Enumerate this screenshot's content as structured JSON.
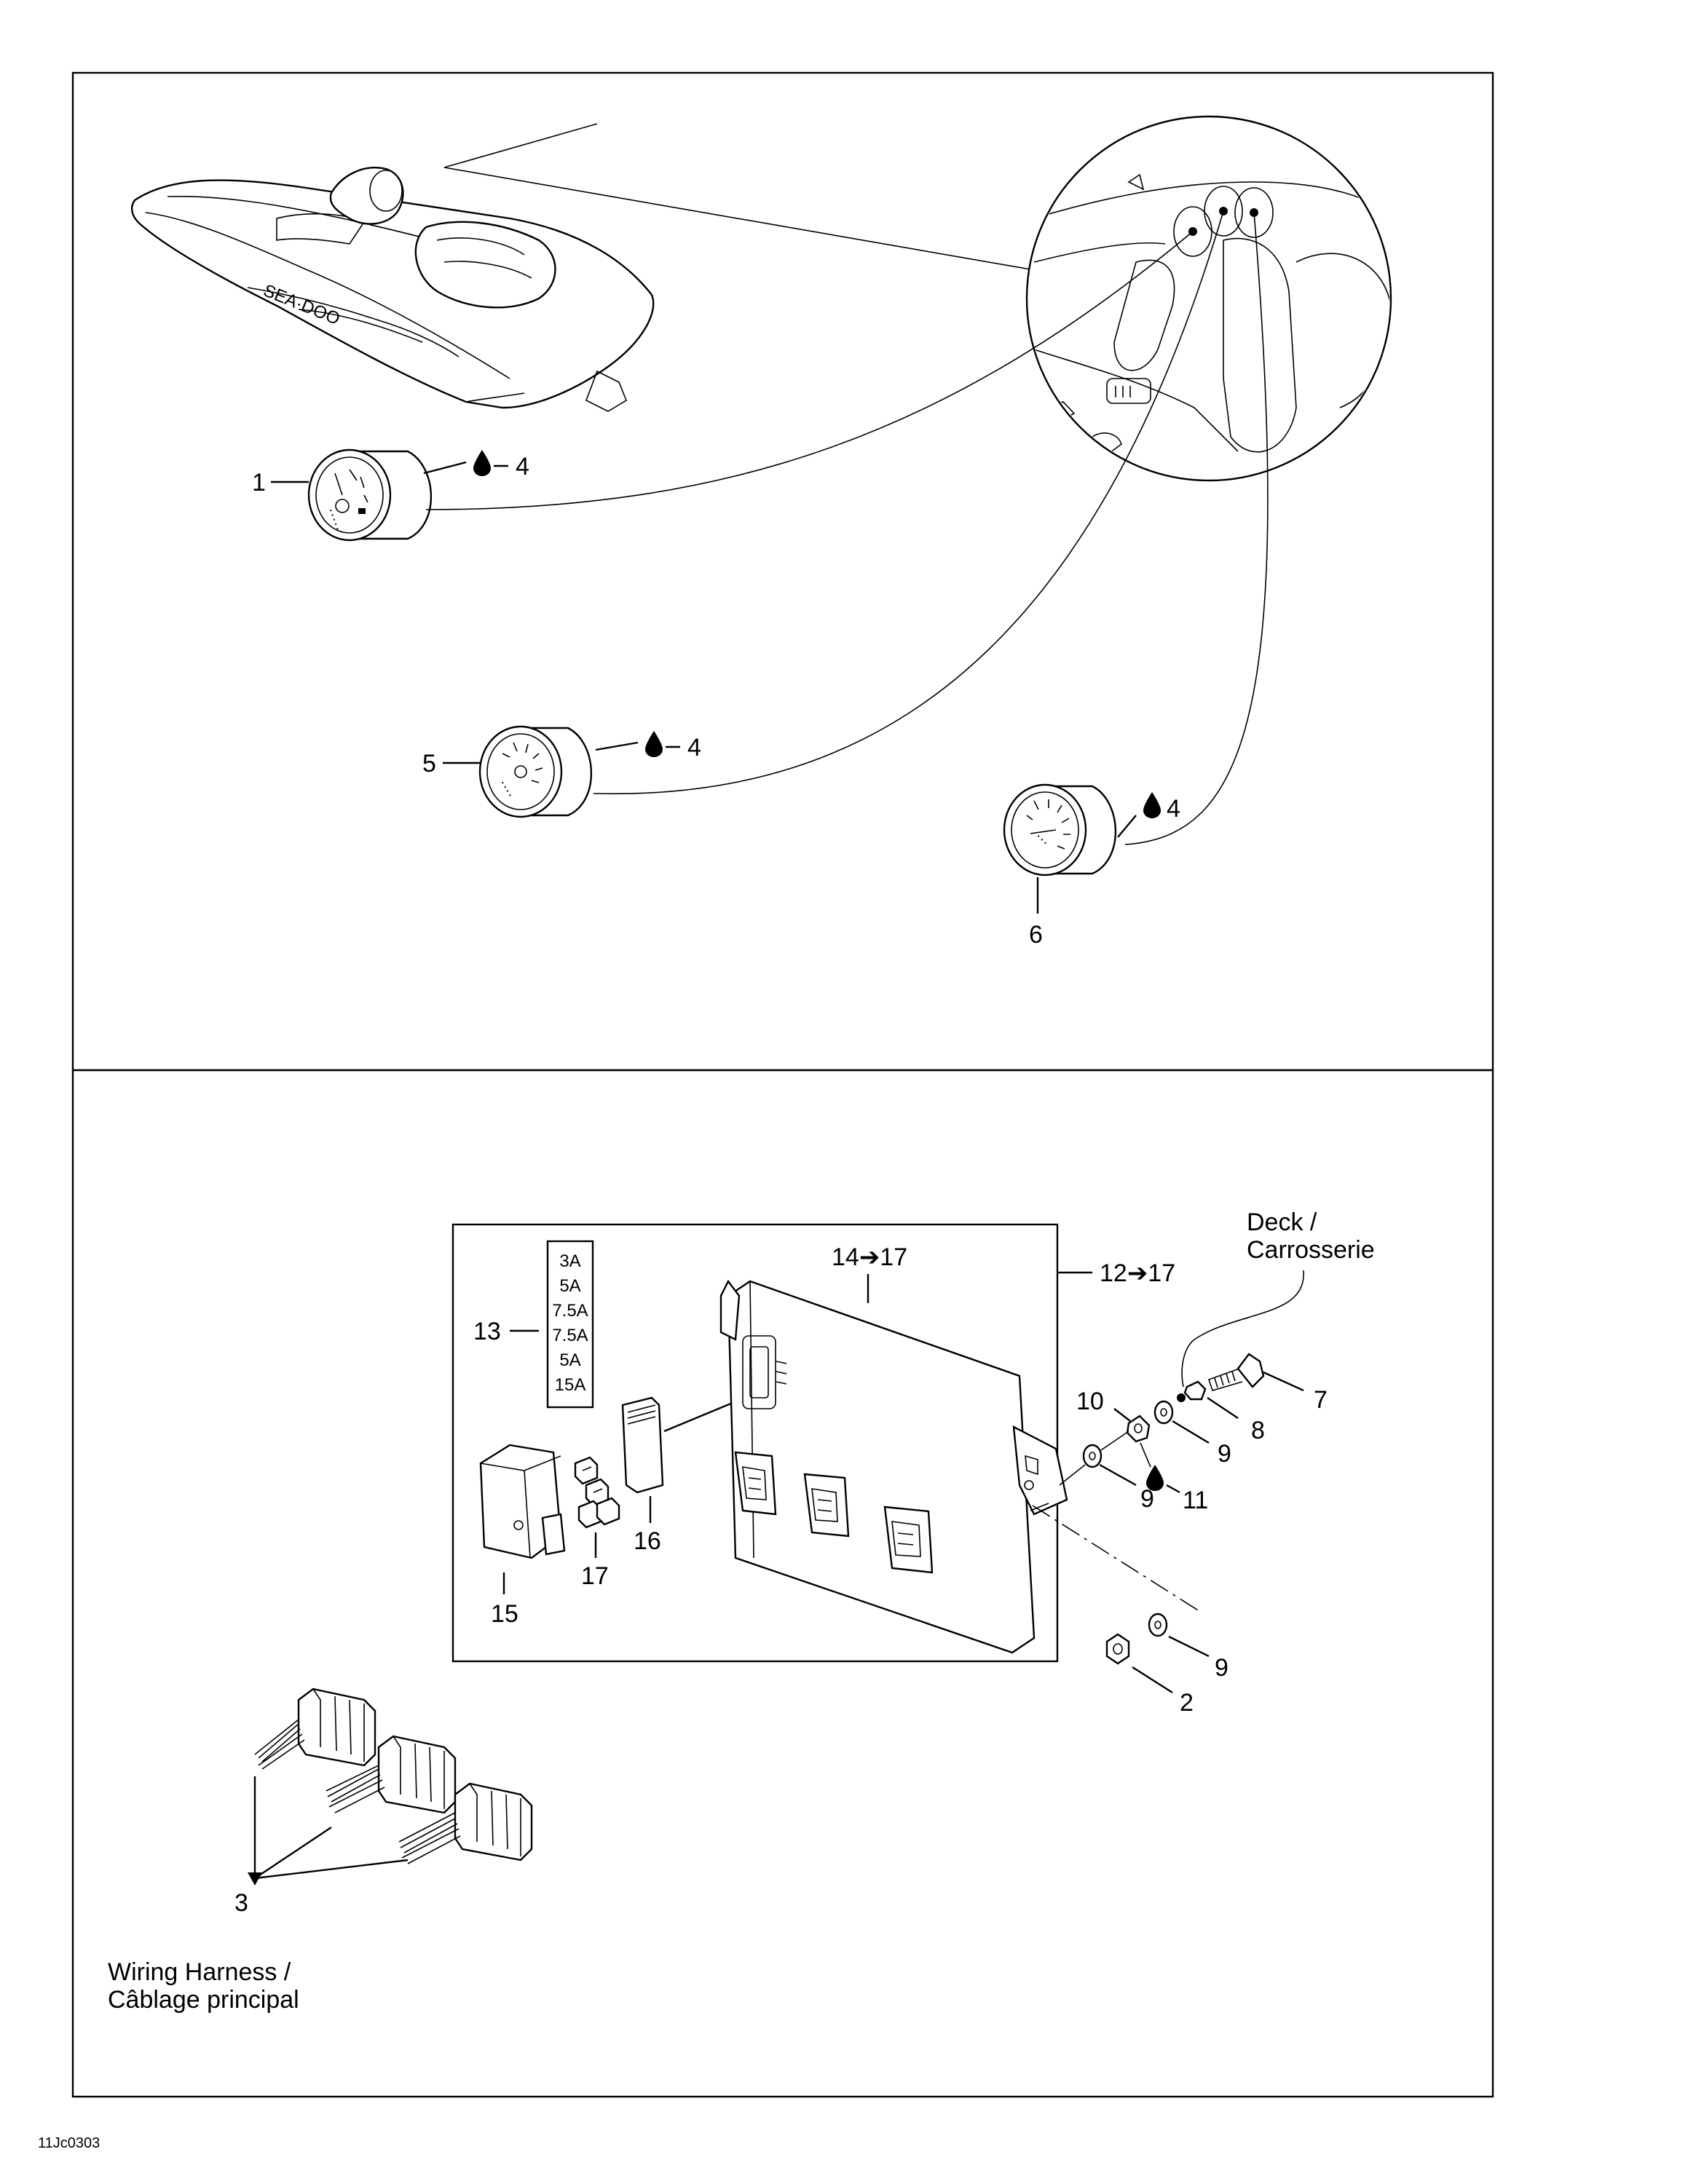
{
  "labels": {
    "p1": "1",
    "p2": "2",
    "p3": "3",
    "p4a": "4",
    "p4b": "4",
    "p4c": "4",
    "p5": "5",
    "p6": "6",
    "p7": "7",
    "p8": "8",
    "p9a": "9",
    "p9b": "9",
    "p9c": "9",
    "p10": "10",
    "p11": "11",
    "p12": "12➔17",
    "p13": "13",
    "p14": "14➔17",
    "p15": "15",
    "p16": "16",
    "p17": "17"
  },
  "fuses": [
    "3A",
    "5A",
    "7.5A",
    "7.5A",
    "5A",
    "15A"
  ],
  "notes": {
    "deck_line1": "Deck /",
    "deck_line2": "Carrosserie",
    "harness_line1": "Wiring Harness /",
    "harness_line2": "Câblage principal"
  },
  "figure_code": "11Jc0303",
  "icons": {
    "oil_drop": "oil-drop-icon"
  }
}
